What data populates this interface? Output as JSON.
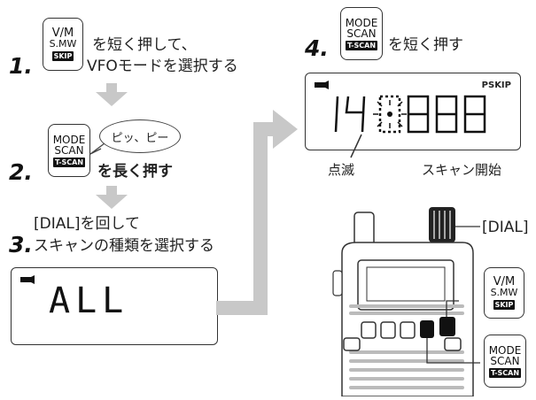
{
  "steps": [
    {
      "num": "1.",
      "key": {
        "line1": "V/M",
        "line2": "S.MW",
        "badge": "SKIP"
      },
      "text1": "を短く押して、",
      "text2": "VFOモードを選択する"
    },
    {
      "num": "2.",
      "key": {
        "line1": "MODE",
        "line2": "SCAN",
        "badge": "T-SCAN"
      },
      "bubble": "ピッ、ピー",
      "text1": "を長く押す"
    },
    {
      "num": "3.",
      "text1": "[DIAL]を回して",
      "text2": "スキャンの種類を選択する",
      "lcd": "ALL"
    },
    {
      "num": "4.",
      "key": {
        "line1": "MODE",
        "line2": "SCAN",
        "badge": "T-SCAN"
      },
      "text1": "を短く押す",
      "lcd": "14████",
      "lcd_tag": "PSKIP",
      "label_blink": "点滅",
      "label_start": "スキャン開始"
    }
  ],
  "radio": {
    "dial_label": "[DIAL]",
    "key1": {
      "line1": "V/M",
      "line2": "S.MW",
      "badge": "SKIP"
    },
    "key2": {
      "line1": "MODE",
      "line2": "SCAN",
      "badge": "T-SCAN"
    }
  },
  "colors": {
    "arrow": "#c8c8c8",
    "ink": "#222222",
    "lcd_border": "#333333"
  }
}
